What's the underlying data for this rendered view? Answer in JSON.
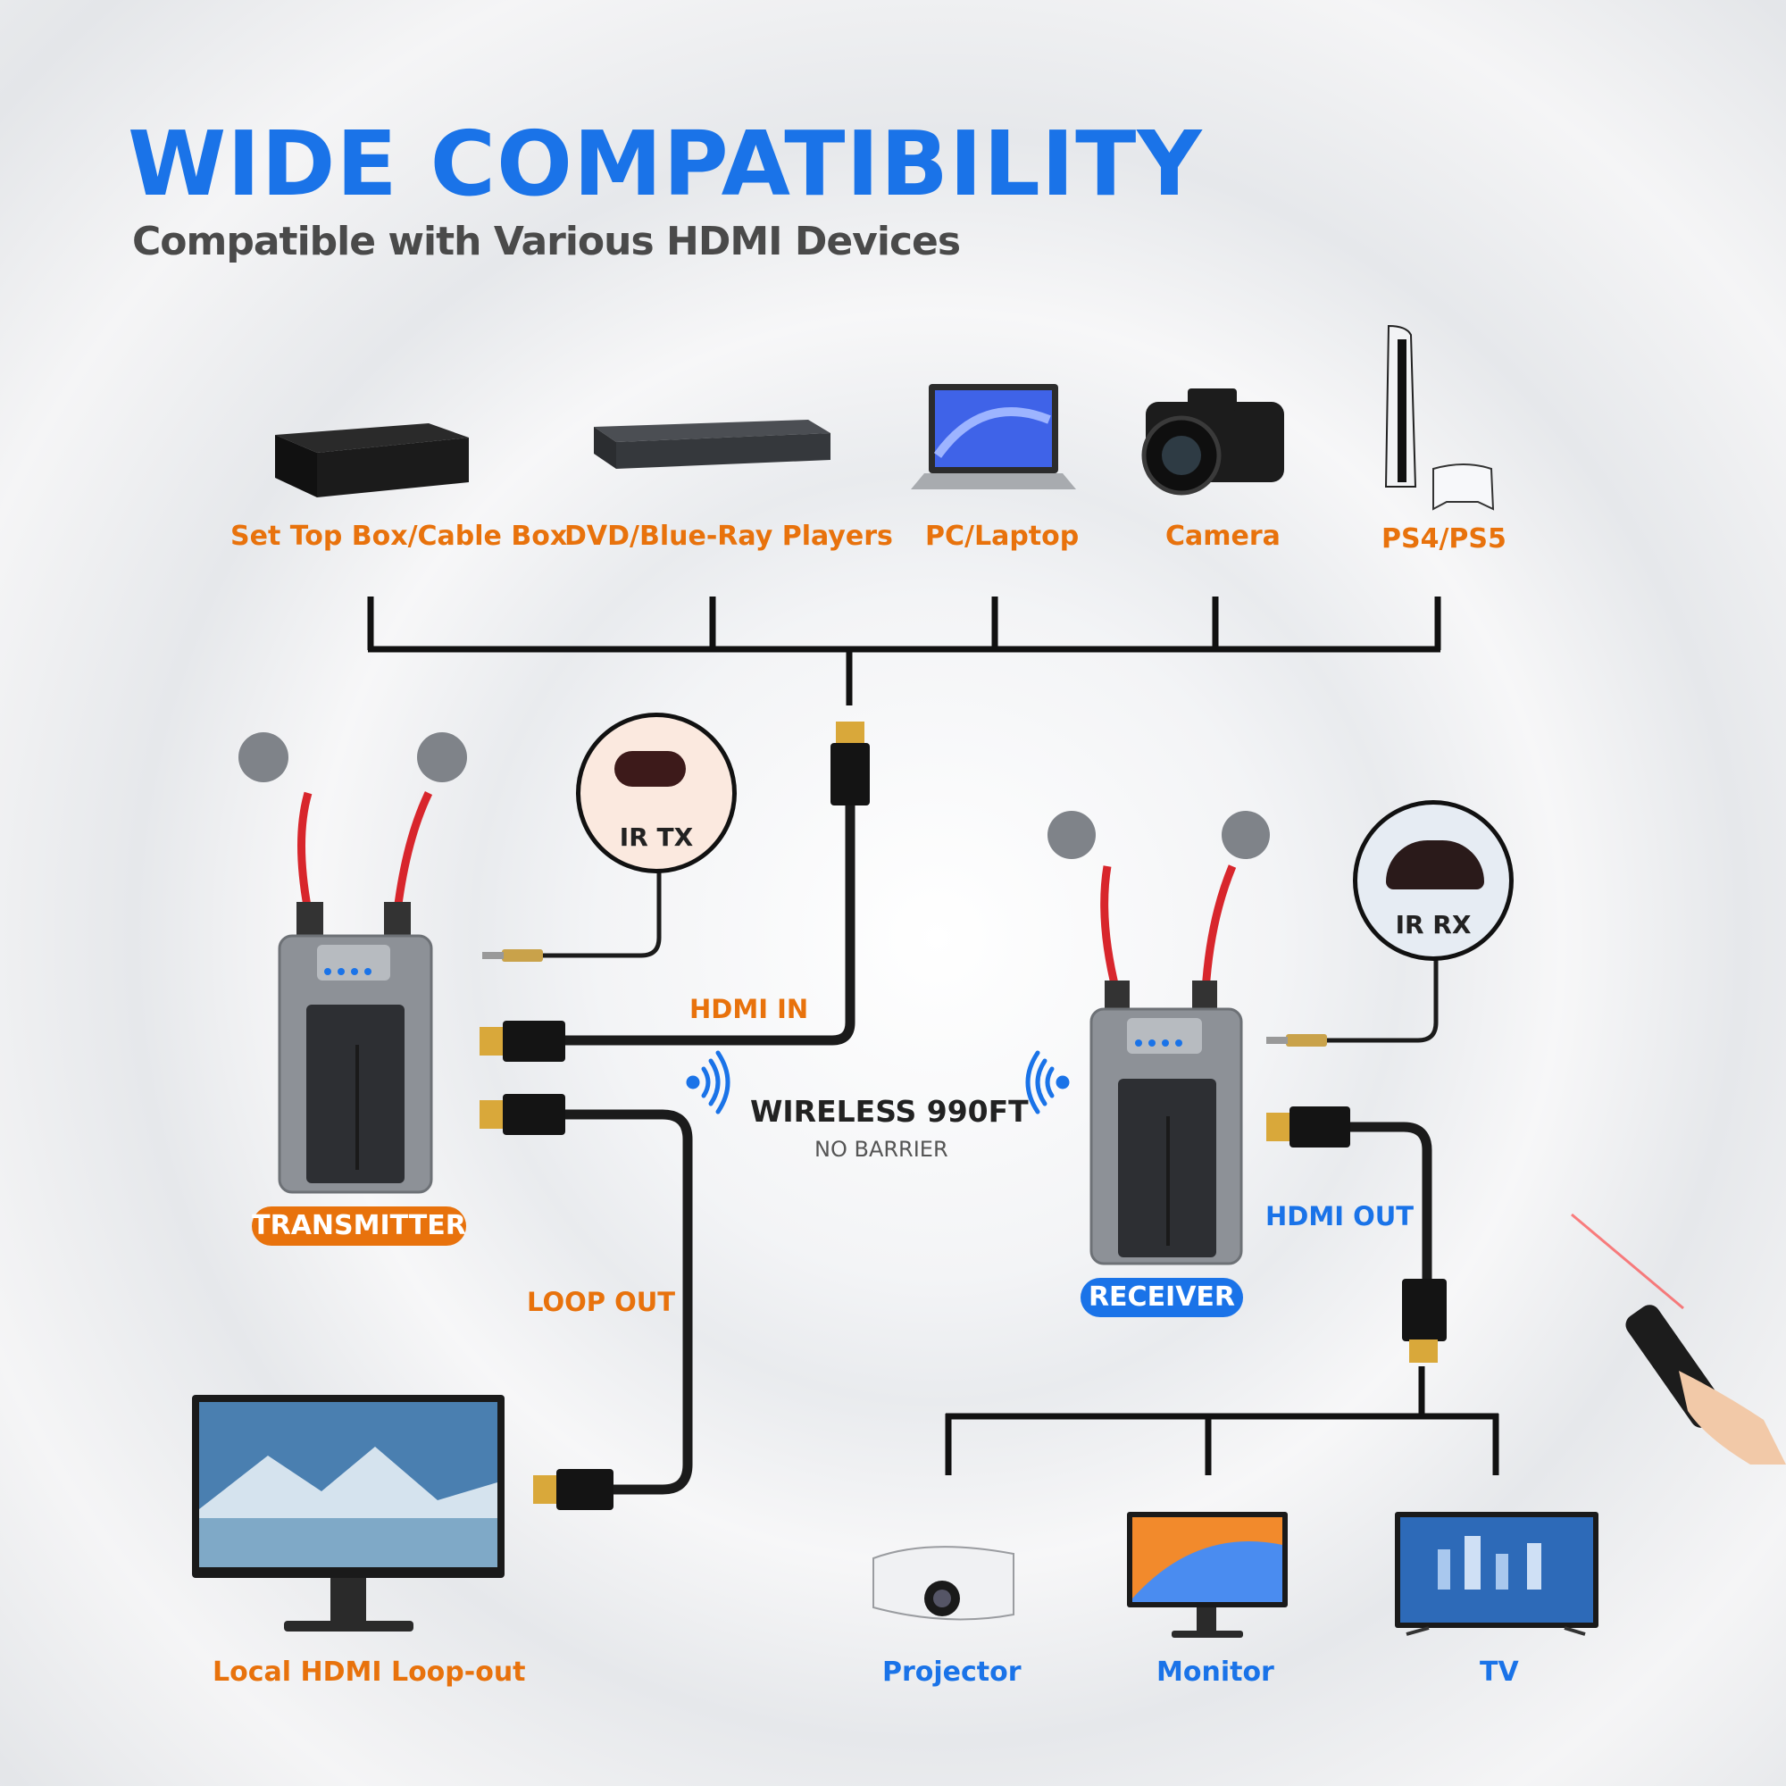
{
  "header": {
    "title": "WIDE COMPATIBILITY",
    "subtitle": "Compatible with Various HDMI Devices"
  },
  "sources": [
    {
      "label": "Set Top Box/Cable Box",
      "icon": "set-top-box-icon"
    },
    {
      "label": "DVD/Blue-Ray Players",
      "icon": "bluray-player-icon"
    },
    {
      "label": "PC/Laptop",
      "icon": "laptop-icon"
    },
    {
      "label": "Camera",
      "icon": "camera-icon"
    },
    {
      "label": "PS4/PS5",
      "icon": "game-console-icon"
    }
  ],
  "transmitter": {
    "label": "TRANSMITTER",
    "ir_label": "IR TX",
    "hdmi_in": "HDMI IN",
    "loop_out": "LOOP OUT",
    "local_display": "Local HDMI Loop-out"
  },
  "wireless": {
    "title": "WIRELESS 990FT",
    "subtitle": "NO BARRIER"
  },
  "receiver": {
    "label": "RECEIVER",
    "ir_label": "IR RX",
    "hdmi_out": "HDMI OUT"
  },
  "outputs": [
    {
      "label": "Projector",
      "icon": "projector-icon"
    },
    {
      "label": "Monitor",
      "icon": "monitor-icon"
    },
    {
      "label": "TV",
      "icon": "tv-icon"
    }
  ],
  "colors": {
    "title_blue": "#1a73e8",
    "accent_orange": "#e8720c",
    "cable_black": "#1b1b1b",
    "antenna_red": "#d8262c"
  }
}
